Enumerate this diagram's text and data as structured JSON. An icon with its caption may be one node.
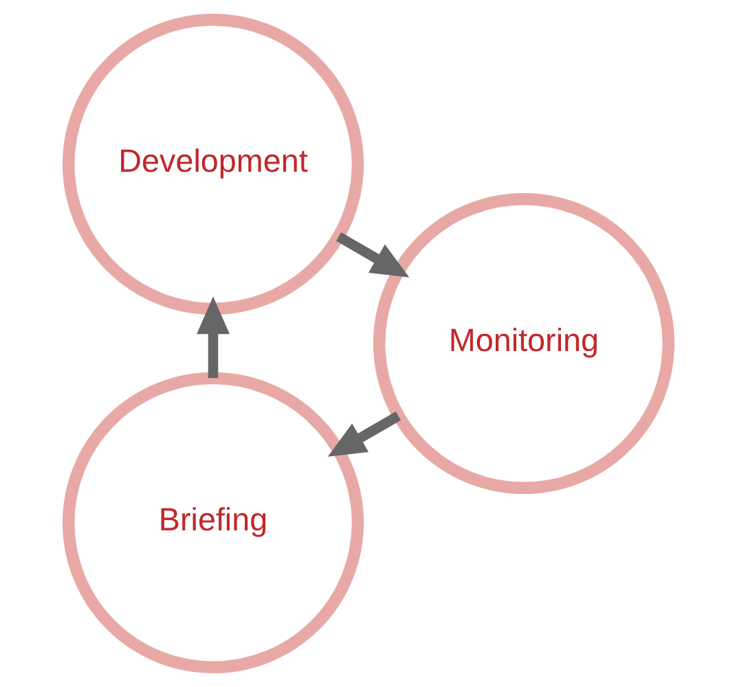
{
  "diagram": {
    "nodes": [
      {
        "text": [
          "Briefing"
        ]
      },
      {
        "text": [
          "Development"
        ]
      },
      {
        "text": [
          "Monitoring"
        ]
      }
    ],
    "edges": [
      {
        "from": 0,
        "to": 1,
        "arrow": "to"
      },
      {
        "from": 1,
        "to": 2,
        "arrow": "to"
      },
      {
        "from": 2,
        "to": 0,
        "arrow": "to"
      }
    ]
  }
}
